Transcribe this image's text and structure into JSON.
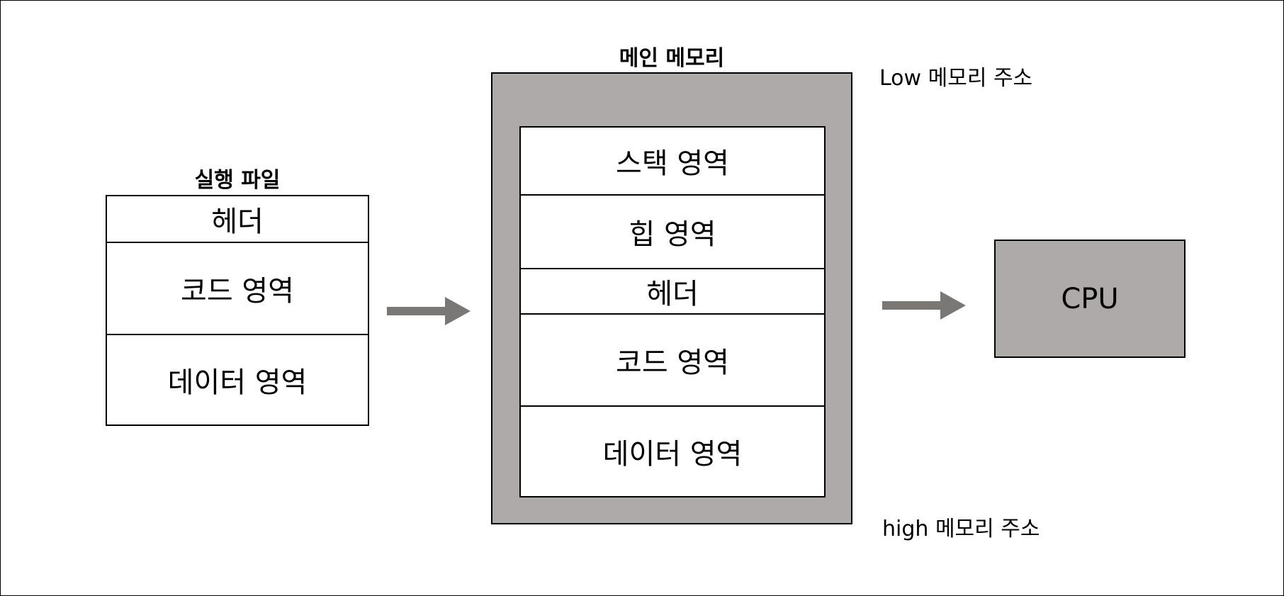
{
  "executable": {
    "title": "실행 파일",
    "cells": [
      "헤더",
      "코드 영역",
      "데이터 영역"
    ]
  },
  "memory": {
    "title": "메인 메모리",
    "cells": [
      "스택 영역",
      "힙 영역",
      "헤더",
      "코드 영역",
      "데이터 영역"
    ],
    "low_label": "Low 메모리 주소",
    "high_label": "high 메모리 주소"
  },
  "cpu": {
    "label": "CPU"
  },
  "colors": {
    "box_fill": "#aeaaaa",
    "arrow": "#7a7877",
    "border": "#000000",
    "cell_fill": "#ffffff"
  }
}
